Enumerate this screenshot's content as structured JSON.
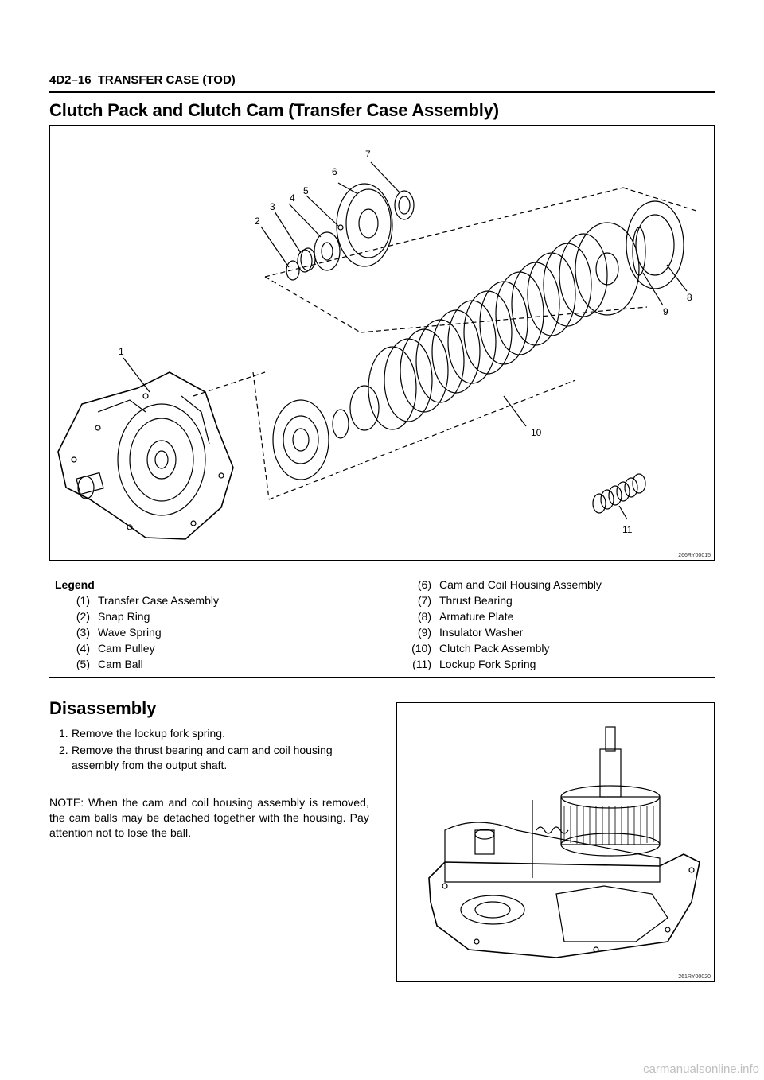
{
  "header": {
    "section_code": "4D2–16",
    "section_name": "TRANSFER CASE (TOD)"
  },
  "section_title": "Clutch Pack and Clutch Cam (Transfer Case Assembly)",
  "figure": {
    "code": "266RY00015",
    "callouts": [
      "1",
      "2",
      "3",
      "4",
      "5",
      "6",
      "7",
      "8",
      "9",
      "10",
      "11"
    ]
  },
  "legend": {
    "title": "Legend",
    "left": [
      {
        "num": "(1)",
        "label": "Transfer Case Assembly"
      },
      {
        "num": "(2)",
        "label": "Snap Ring"
      },
      {
        "num": "(3)",
        "label": "Wave Spring"
      },
      {
        "num": "(4)",
        "label": "Cam Pulley"
      },
      {
        "num": "(5)",
        "label": "Cam Ball"
      }
    ],
    "right": [
      {
        "num": "(6)",
        "label": "Cam and Coil Housing Assembly"
      },
      {
        "num": "(7)",
        "label": "Thrust Bearing"
      },
      {
        "num": "(8)",
        "label": "Armature Plate"
      },
      {
        "num": "(9)",
        "label": "Insulator Washer"
      },
      {
        "num": "(10)",
        "label": "Clutch Pack Assembly"
      },
      {
        "num": "(11)",
        "label": "Lockup Fork Spring"
      }
    ]
  },
  "disassembly": {
    "title": "Disassembly",
    "steps": [
      {
        "n": "1.",
        "text": "Remove the lockup fork spring."
      },
      {
        "n": "2.",
        "text": "Remove the thrust bearing and cam and coil housing assembly from the output shaft."
      }
    ],
    "note": "NOTE: When the cam and coil housing assembly is removed, the cam balls may be detached together with the housing. Pay attention not to lose the ball.",
    "photo_code": "261RY00020"
  },
  "watermark": "carmanualsonline.info"
}
